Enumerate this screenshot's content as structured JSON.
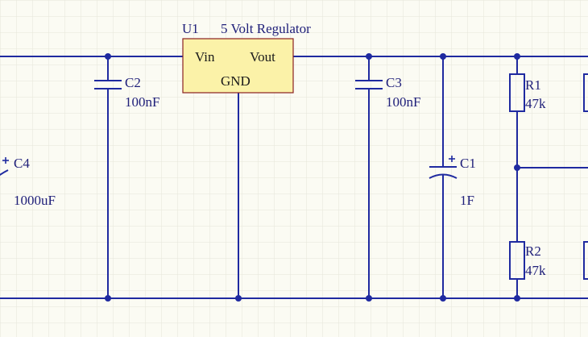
{
  "regulator": {
    "designator": "U1",
    "title": "5 Volt Regulator",
    "pin_in": "Vin",
    "pin_out": "Vout",
    "pin_gnd": "GND",
    "fill": "#fbf2a8"
  },
  "components": {
    "c1": {
      "designator": "C1",
      "value": "1F"
    },
    "c2": {
      "designator": "C2",
      "value": "100nF"
    },
    "c3": {
      "designator": "C3",
      "value": "100nF"
    },
    "c4": {
      "designator": "C4",
      "value": "1000uF"
    },
    "r1": {
      "designator": "R1",
      "value": "47k"
    },
    "r2": {
      "designator": "R2",
      "value": "47k"
    }
  },
  "polarity_mark": "+",
  "colors": {
    "background": "#fbfbf3",
    "grid": "#e6e6da",
    "wire": "#1f2aa0",
    "regulator_fill": "#fbf2a8",
    "regulator_border": "#8a2020"
  }
}
